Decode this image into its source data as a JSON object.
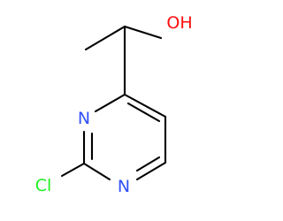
{
  "molecule": {
    "atoms": {
      "hydroxyl": {
        "text": "OH",
        "color": "#ff0d0d"
      },
      "ring_n1": {
        "text": "N",
        "color": "#3050f8"
      },
      "ring_n3": {
        "text": "N",
        "color": "#3050f8"
      },
      "chlorine": {
        "text": "Cl",
        "color": "#1ff01f"
      }
    }
  }
}
